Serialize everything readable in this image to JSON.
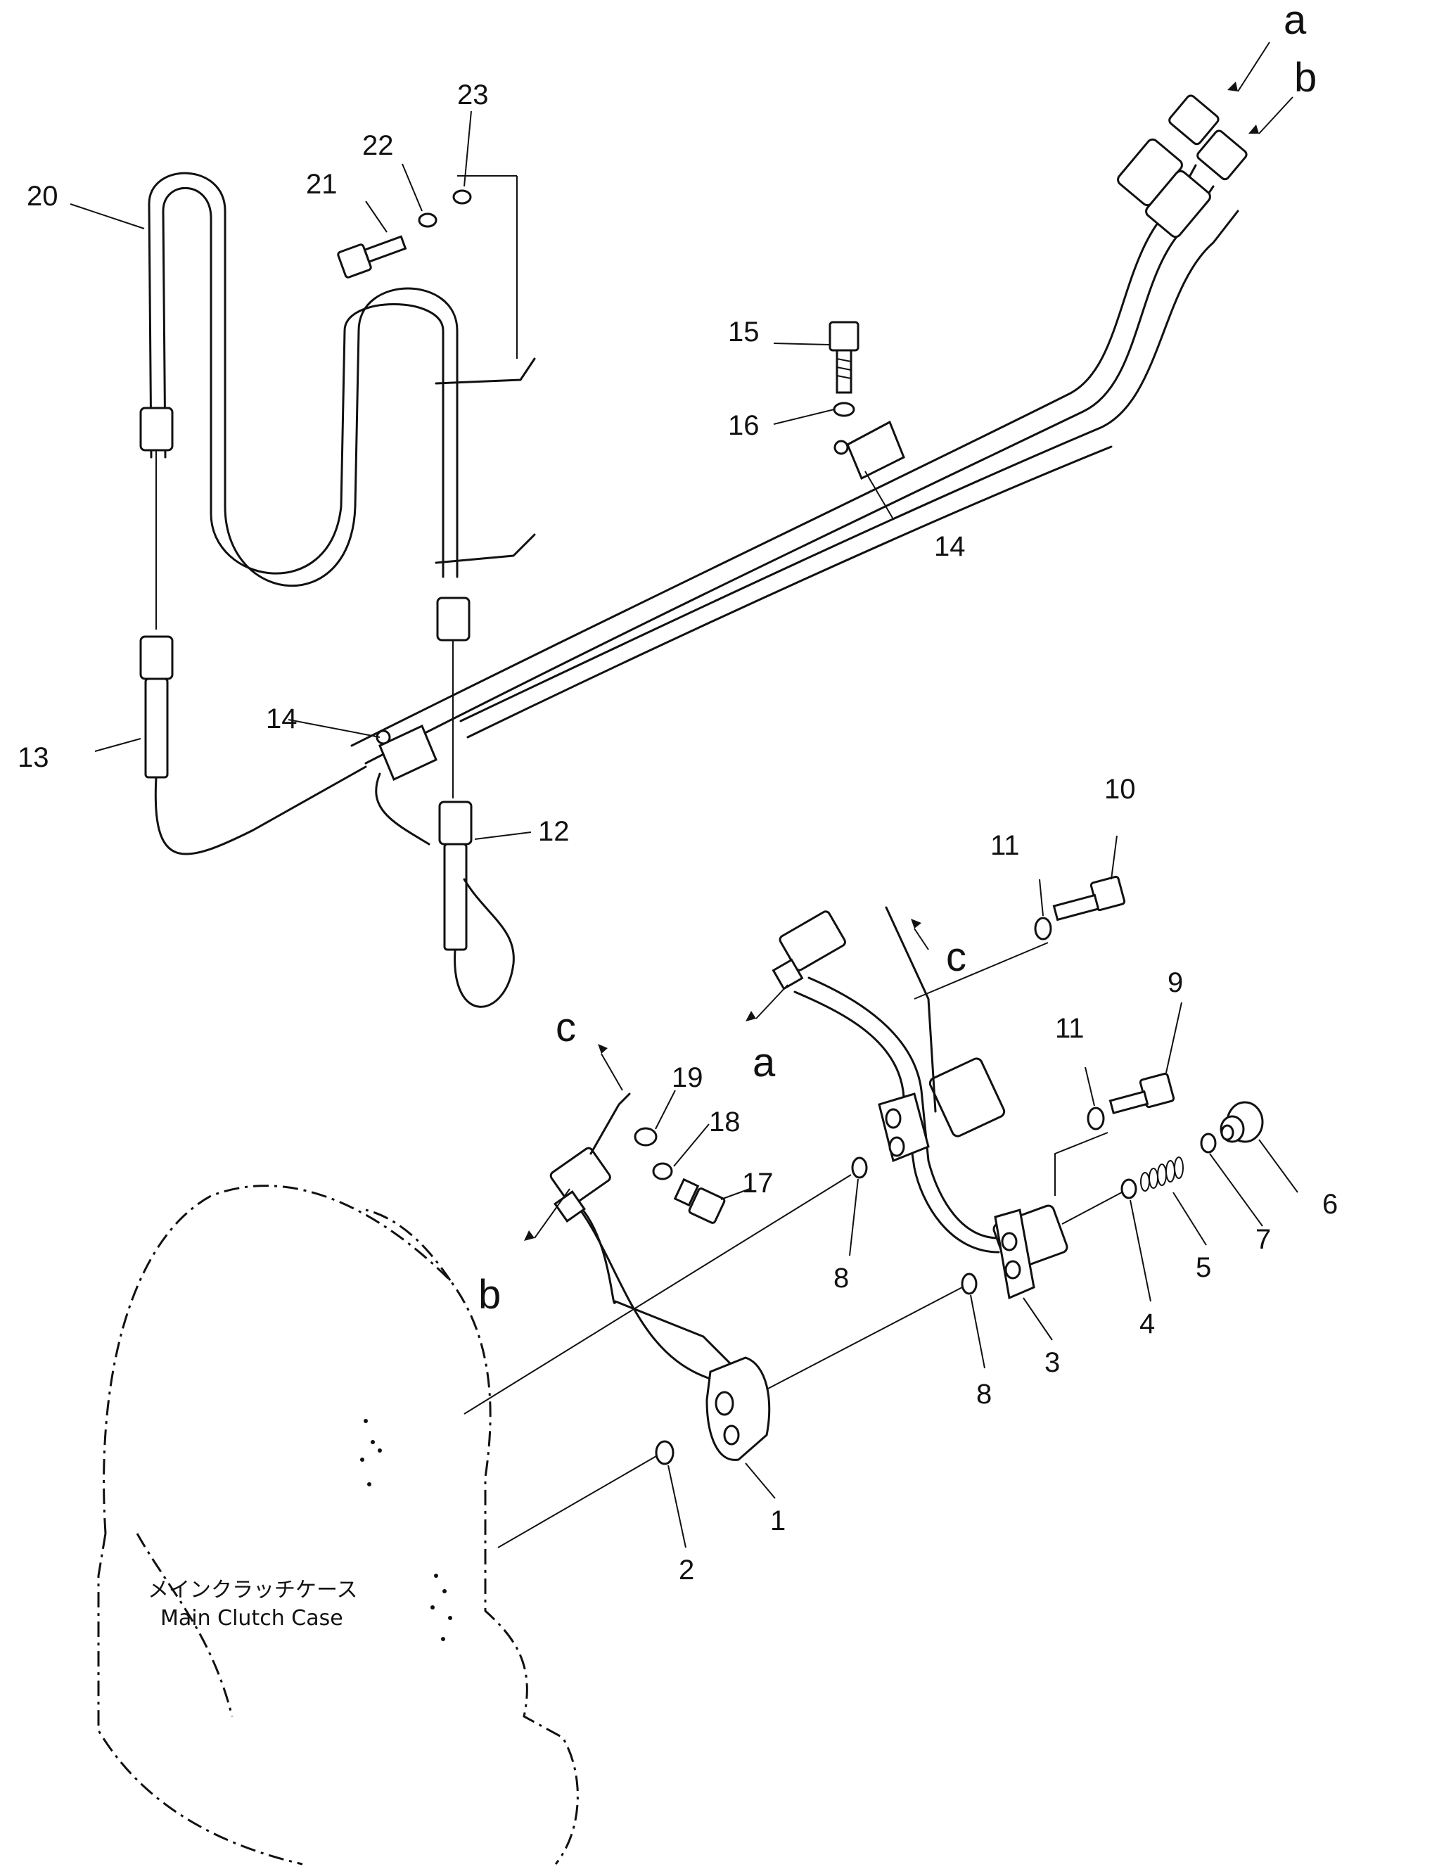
{
  "case_label": {
    "jp": "メインクラッチケース",
    "en": "Main Clutch Case"
  },
  "callouts": [
    {
      "id": "1",
      "text": "1"
    },
    {
      "id": "2",
      "text": "2"
    },
    {
      "id": "3",
      "text": "3"
    },
    {
      "id": "4",
      "text": "4"
    },
    {
      "id": "5",
      "text": "5"
    },
    {
      "id": "6",
      "text": "6"
    },
    {
      "id": "7",
      "text": "7"
    },
    {
      "id": "8a",
      "text": "8"
    },
    {
      "id": "8b",
      "text": "8"
    },
    {
      "id": "9",
      "text": "9"
    },
    {
      "id": "10",
      "text": "10"
    },
    {
      "id": "11a",
      "text": "11"
    },
    {
      "id": "11b",
      "text": "11"
    },
    {
      "id": "12",
      "text": "12"
    },
    {
      "id": "13",
      "text": "13"
    },
    {
      "id": "14a",
      "text": "14"
    },
    {
      "id": "14b",
      "text": "14"
    },
    {
      "id": "15",
      "text": "15"
    },
    {
      "id": "16",
      "text": "16"
    },
    {
      "id": "17",
      "text": "17"
    },
    {
      "id": "18",
      "text": "18"
    },
    {
      "id": "19",
      "text": "19"
    },
    {
      "id": "20",
      "text": "20"
    },
    {
      "id": "21",
      "text": "21"
    },
    {
      "id": "22",
      "text": "22"
    },
    {
      "id": "23",
      "text": "23"
    }
  ],
  "connection_marks": [
    {
      "id": "a-top",
      "text": "a"
    },
    {
      "id": "b-top",
      "text": "b"
    },
    {
      "id": "a-low",
      "text": "a"
    },
    {
      "id": "b-low",
      "text": "b"
    },
    {
      "id": "c-right",
      "text": "c"
    },
    {
      "id": "c-left",
      "text": "c"
    }
  ]
}
